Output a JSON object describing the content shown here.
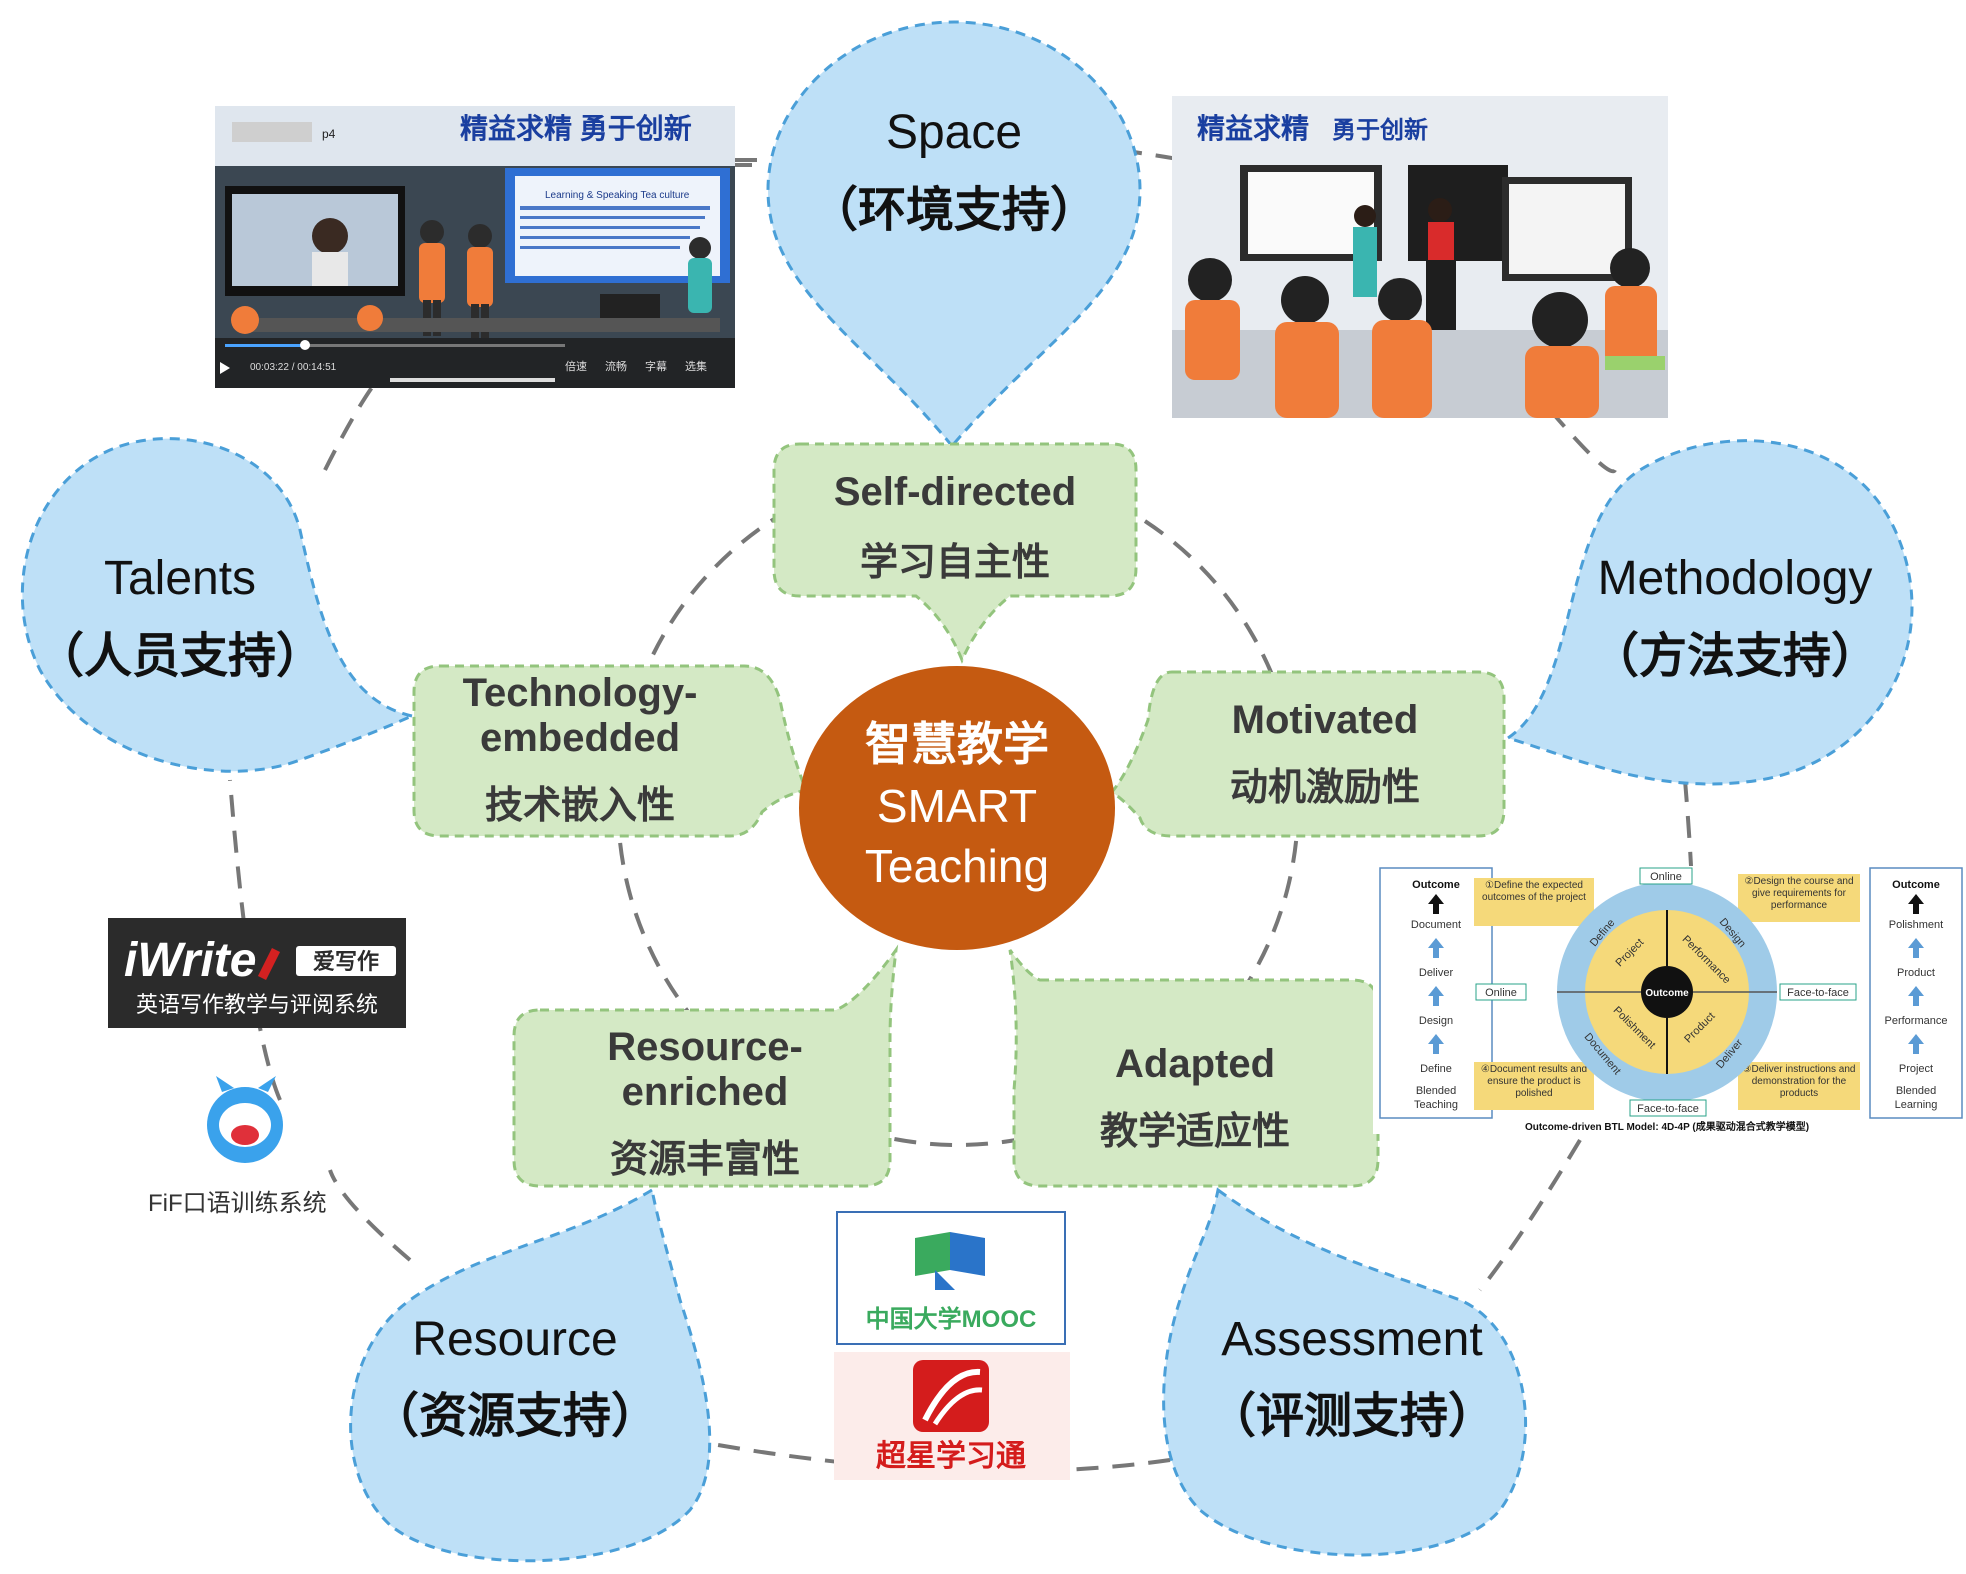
{
  "center": {
    "line1": "智慧教学",
    "line2": "SMART",
    "line3": "Teaching",
    "color": "#c55a11"
  },
  "supports": [
    {
      "id": "space",
      "en": "Space",
      "cn": "（环境支持）"
    },
    {
      "id": "methodology",
      "en": "Methodology",
      "cn": "（方法支持）"
    },
    {
      "id": "assessment",
      "en": "Assessment",
      "cn": "（评测支持）"
    },
    {
      "id": "resource",
      "en": "Resource",
      "cn": "（资源支持）"
    },
    {
      "id": "talents",
      "en": "Talents",
      "cn": "（人员支持）"
    }
  ],
  "traits": [
    {
      "id": "self-directed",
      "en": [
        "Self-directed"
      ],
      "cn": "学习自主性"
    },
    {
      "id": "motivated",
      "en": [
        "Motivated"
      ],
      "cn": "动机激励性"
    },
    {
      "id": "adapted",
      "en": [
        "Adapted"
      ],
      "cn": "教学适应性"
    },
    {
      "id": "resource-enriched",
      "en": [
        "Resource-",
        "enriched"
      ],
      "cn": "资源丰富性"
    },
    {
      "id": "technology-embedded",
      "en": [
        "Technology-",
        "embedded"
      ],
      "cn": "技术嵌入性"
    }
  ],
  "logos": {
    "iwrite_brand": "iWrite",
    "iwrite_tag": "爱写作",
    "iwrite_sub": "英语写作教学与评阅系统",
    "fif_label": "FiF口语训练系统",
    "mooc_label": "中国大学MOOC",
    "chaoxing_label": "超星学习通"
  },
  "photos": {
    "left_banner": "精益求精 勇于创新",
    "left_player_tag": "p4",
    "left_player_time": "00:03:22 / 00:14:51",
    "left_player_controls": [
      "倍速",
      "流畅",
      "字幕",
      "选集"
    ],
    "left_screen_title": "Learning & Speaking Tea culture",
    "right_banner_1": "精益求精",
    "right_banner_2": "勇于创新"
  },
  "btl_model": {
    "caption": "Outcome-driven BTL Model: 4D-4P (成果驱动混合式教学模型)",
    "left_stack": [
      "Outcome",
      "Document",
      "Deliver",
      "Design",
      "Define",
      "Blended",
      "Teaching"
    ],
    "right_stack": [
      "Outcome",
      "Polishment",
      "Product",
      "Performance",
      "Project",
      "Blended",
      "Learning"
    ],
    "hub": "Outcome",
    "inner_ring": [
      "Project",
      "Performance",
      "Product",
      "Polishment"
    ],
    "outer_ring": [
      "Define",
      "Design",
      "Deliver",
      "Document"
    ],
    "modes": [
      "Online",
      "Face-to-face",
      "Online",
      "Face-to-face"
    ],
    "steps": [
      "①Define the expected outcomes of the project",
      "②Design the course and give requirements for performance",
      "③Deliver instructions and demonstration for the products",
      "④Document results and ensure the product is polished"
    ],
    "accent": "#f5d97a",
    "ring_color": "#9fcbe8"
  },
  "colors": {
    "blob_fill": "#bee0f7",
    "blob_stroke": "#4a9fd8",
    "petal_fill": "#d4e9c5",
    "petal_stroke": "#93c47d"
  }
}
